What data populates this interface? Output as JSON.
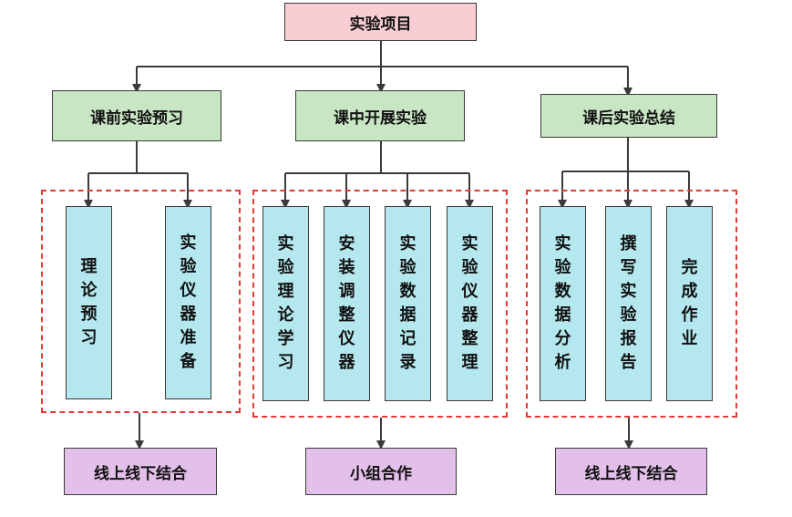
{
  "root": "实验项目",
  "phases": [
    {
      "title": "课前实验预习",
      "tasks": [
        "理论预习",
        "实验仪器准备"
      ],
      "mode": "线上线下结合"
    },
    {
      "title": "课中开展实验",
      "tasks": [
        "实验理论学习",
        "安装调整仪器",
        "实验数据记录",
        "实验仪器整理"
      ],
      "mode": "小组合作"
    },
    {
      "title": "课后实验总结",
      "tasks": [
        "实验数据分析",
        "撰写实验报告",
        "完成作业"
      ],
      "mode": "线上线下结合"
    }
  ],
  "colors": {
    "root_fill": "#f8cdd3",
    "phase_fill": "#c9e6c4",
    "task_fill": "#b5e8ee",
    "mode_fill": "#e3c0ea",
    "group_border": "#e53935",
    "line": "#3a3a3a"
  }
}
